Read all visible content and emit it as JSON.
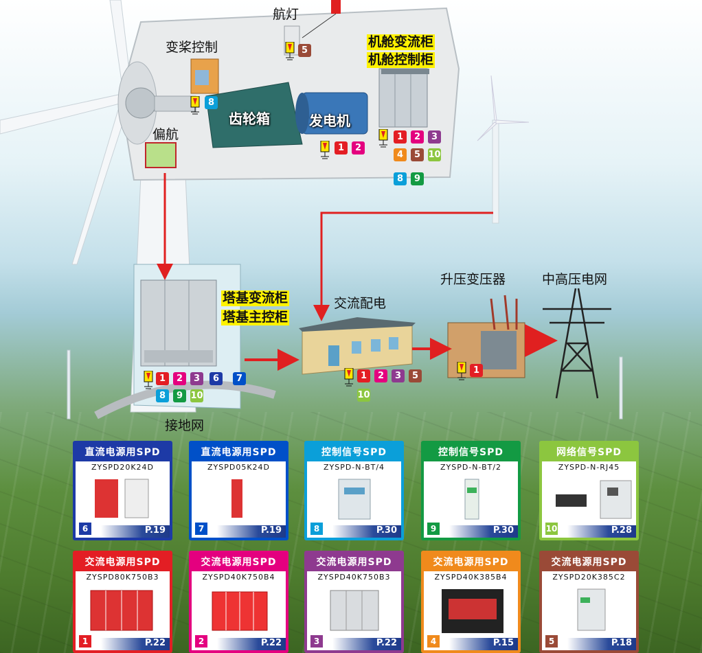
{
  "labels": {
    "nav_light": "航灯",
    "pitch_control": "变桨控制",
    "nacelle_converter": "机舱变流柜",
    "nacelle_control": "机舱控制柜",
    "gearbox": "齿轮箱",
    "generator": "发电机",
    "yaw": "偏航",
    "tower_converter": "塔基变流柜",
    "tower_main_control": "塔基主控柜",
    "ac_distribution": "交流配电",
    "step_up_transformer": "升压变压器",
    "hv_grid": "中高压电网",
    "grounding_grid": "接地网"
  },
  "badge_groups": {
    "nav_light": [
      "5"
    ],
    "pitch_control": [
      "8"
    ],
    "generator": [
      "1",
      "2"
    ],
    "nacelle_row1": [
      "1",
      "2",
      "3"
    ],
    "nacelle_row2": [
      "4",
      "5",
      "10"
    ],
    "nacelle_row3": [
      "8",
      "9"
    ],
    "tower_row1": [
      "1",
      "2",
      "3",
      "6",
      "7"
    ],
    "tower_row2": [
      "8",
      "9",
      "10"
    ],
    "ac_row1": [
      "1",
      "2",
      "3",
      "5"
    ],
    "ac_row2": [
      "10"
    ],
    "transformer": [
      "1"
    ]
  },
  "badge_colors": {
    "1": "#e31e24",
    "2": "#e4007f",
    "3": "#8e3a8f",
    "4": "#f08a1c",
    "5": "#9a4a37",
    "6": "#1d3aa6",
    "7": "#0050c8",
    "8": "#0b9fd9",
    "9": "#139a43",
    "10": "#8cc63f"
  },
  "cards": [
    {
      "title": "直流电源用SPD",
      "model": "ZYSPD20K24D",
      "num": "6",
      "page": "P.19",
      "color": "#1d3aa6"
    },
    {
      "title": "直流电源用SPD",
      "model": "ZYSPD05K24D",
      "num": "7",
      "page": "P.19",
      "color": "#0050c8"
    },
    {
      "title": "控制信号SPD",
      "model": "ZYSPD-N-BT/4",
      "num": "8",
      "page": "P.30",
      "color": "#0b9fd9"
    },
    {
      "title": "控制信号SPD",
      "model": "ZYSPD-N-BT/2",
      "num": "9",
      "page": "P.30",
      "color": "#139a43"
    },
    {
      "title": "网络信号SPD",
      "model": "ZYSPD-N-RJ45",
      "num": "10",
      "page": "P.28",
      "color": "#8cc63f"
    },
    {
      "title": "交流电源用SPD",
      "model": "ZYSPD80K750B3",
      "num": "1",
      "page": "P.22",
      "color": "#e31e24"
    },
    {
      "title": "交流电源用SPD",
      "model": "ZYSPD40K750B4",
      "num": "2",
      "page": "P.22",
      "color": "#e4007f"
    },
    {
      "title": "交流电源用SPD",
      "model": "ZYSPD40K750B3",
      "num": "3",
      "page": "P.22",
      "color": "#8e3a8f"
    },
    {
      "title": "交流电源用SPD",
      "model": "ZYSPD40K385B4",
      "num": "4",
      "page": "P.15",
      "color": "#f08a1c"
    },
    {
      "title": "交流电源用SPD",
      "model": "ZYSPD20K385C2",
      "num": "5",
      "page": "P.18",
      "color": "#9a4a37"
    }
  ]
}
